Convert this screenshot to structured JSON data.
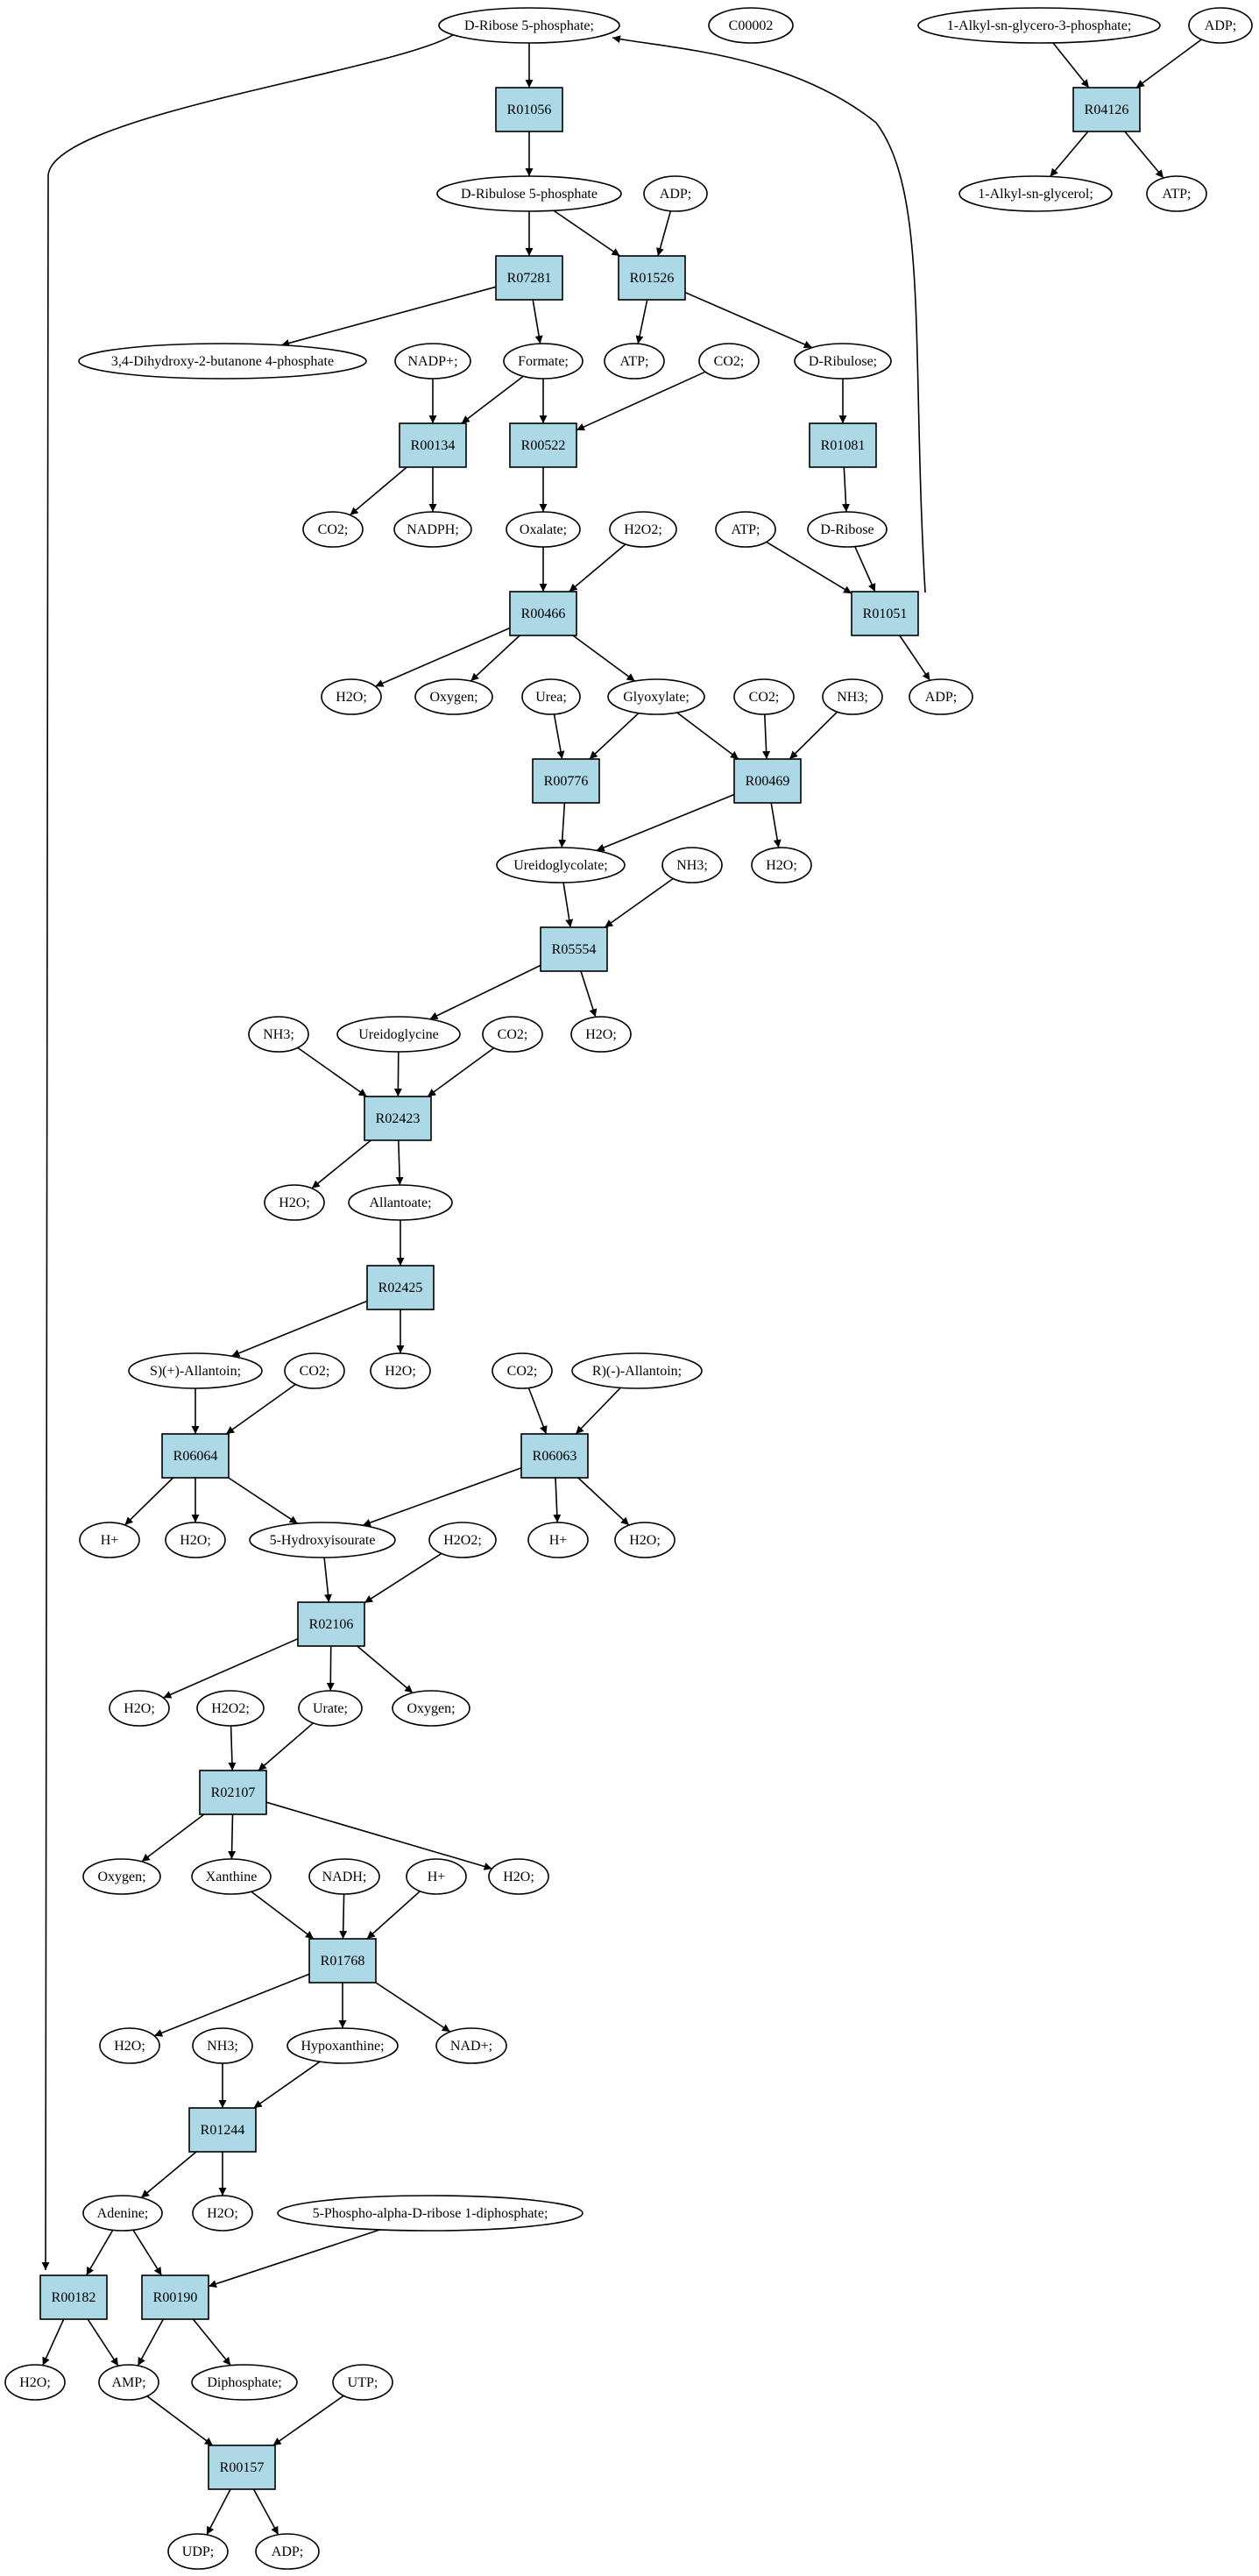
{
  "colors": {
    "reaction": "#add8e6",
    "highlight_start": "#00ff00",
    "highlight_other": "#ffff00",
    "compound": "#ffffff"
  },
  "nodes": [
    {
      "id": "c_ribose5p",
      "label": "D-Ribose 5-phosphate;",
      "kind": "compound",
      "color": "highlight_start"
    },
    {
      "id": "c_c00002",
      "label": "C00002",
      "kind": "compound",
      "color": "highlight_other"
    },
    {
      "id": "c_alkylglyc3p",
      "label": "1-Alkyl-sn-glycero-3-phosphate;",
      "kind": "compound"
    },
    {
      "id": "c_adp_a",
      "label": "ADP;",
      "kind": "compound"
    },
    {
      "id": "r_R04126",
      "label": "R04126",
      "kind": "reaction"
    },
    {
      "id": "c_alkylglycerol",
      "label": "1-Alkyl-sn-glycerol;",
      "kind": "compound"
    },
    {
      "id": "c_atp_a",
      "label": "ATP;",
      "kind": "compound"
    },
    {
      "id": "r_R01056",
      "label": "R01056",
      "kind": "reaction"
    },
    {
      "id": "c_ribulose5p",
      "label": "D-Ribulose 5-phosphate",
      "kind": "compound"
    },
    {
      "id": "c_adp_b",
      "label": "ADP;",
      "kind": "compound"
    },
    {
      "id": "r_R07281",
      "label": "R07281",
      "kind": "reaction"
    },
    {
      "id": "r_R01526",
      "label": "R01526",
      "kind": "reaction"
    },
    {
      "id": "c_dhbp",
      "label": "3,4-Dihydroxy-2-butanone 4-phosphate",
      "kind": "compound"
    },
    {
      "id": "c_nadp",
      "label": "NADP+;",
      "kind": "compound"
    },
    {
      "id": "c_formate",
      "label": "Formate;",
      "kind": "compound"
    },
    {
      "id": "c_atp_b",
      "label": "ATP;",
      "kind": "compound"
    },
    {
      "id": "c_co2_a",
      "label": "CO2;",
      "kind": "compound"
    },
    {
      "id": "c_dribulose",
      "label": "D-Ribulose;",
      "kind": "compound"
    },
    {
      "id": "r_R00134",
      "label": "R00134",
      "kind": "reaction"
    },
    {
      "id": "r_R00522",
      "label": "R00522",
      "kind": "reaction"
    },
    {
      "id": "r_R01081",
      "label": "R01081",
      "kind": "reaction"
    },
    {
      "id": "c_co2_b",
      "label": "CO2;",
      "kind": "compound"
    },
    {
      "id": "c_nadph",
      "label": "NADPH;",
      "kind": "compound"
    },
    {
      "id": "c_oxalate",
      "label": "Oxalate;",
      "kind": "compound"
    },
    {
      "id": "c_h2o2_a",
      "label": "H2O2;",
      "kind": "compound"
    },
    {
      "id": "c_atp_c",
      "label": "ATP;",
      "kind": "compound"
    },
    {
      "id": "c_dribose",
      "label": "D-Ribose",
      "kind": "compound"
    },
    {
      "id": "r_R00466",
      "label": "R00466",
      "kind": "reaction"
    },
    {
      "id": "r_R01051",
      "label": "R01051",
      "kind": "reaction"
    },
    {
      "id": "c_h2o_a",
      "label": "H2O;",
      "kind": "compound"
    },
    {
      "id": "c_oxygen_a",
      "label": "Oxygen;",
      "kind": "compound"
    },
    {
      "id": "c_urea",
      "label": "Urea;",
      "kind": "compound"
    },
    {
      "id": "c_glyoxylate",
      "label": "Glyoxylate;",
      "kind": "compound"
    },
    {
      "id": "c_co2_c",
      "label": "CO2;",
      "kind": "compound"
    },
    {
      "id": "c_nh3_a",
      "label": "NH3;",
      "kind": "compound"
    },
    {
      "id": "c_adp_c",
      "label": "ADP;",
      "kind": "compound"
    },
    {
      "id": "r_R00776",
      "label": "R00776",
      "kind": "reaction"
    },
    {
      "id": "r_R00469",
      "label": "R00469",
      "kind": "reaction"
    },
    {
      "id": "c_ureidoglycolate",
      "label": "Ureidoglycolate;",
      "kind": "compound"
    },
    {
      "id": "c_nh3_b",
      "label": "NH3;",
      "kind": "compound"
    },
    {
      "id": "c_h2o_b",
      "label": "H2O;",
      "kind": "compound"
    },
    {
      "id": "r_R05554",
      "label": "R05554",
      "kind": "reaction"
    },
    {
      "id": "c_nh3_c",
      "label": "NH3;",
      "kind": "compound"
    },
    {
      "id": "c_ureidoglycine",
      "label": "Ureidoglycine",
      "kind": "compound"
    },
    {
      "id": "c_co2_d",
      "label": "CO2;",
      "kind": "compound"
    },
    {
      "id": "c_h2o_c",
      "label": "H2O;",
      "kind": "compound"
    },
    {
      "id": "r_R02423",
      "label": "R02423",
      "kind": "reaction"
    },
    {
      "id": "c_h2o_d",
      "label": "H2O;",
      "kind": "compound"
    },
    {
      "id": "c_allantoate",
      "label": "Allantoate;",
      "kind": "compound"
    },
    {
      "id": "r_R02425",
      "label": "R02425",
      "kind": "reaction"
    },
    {
      "id": "c_s_allantoin",
      "label": "S)(+)-Allantoin;",
      "kind": "compound"
    },
    {
      "id": "c_co2_e",
      "label": "CO2;",
      "kind": "compound"
    },
    {
      "id": "c_h2o_e",
      "label": "H2O;",
      "kind": "compound"
    },
    {
      "id": "c_co2_f",
      "label": "CO2;",
      "kind": "compound"
    },
    {
      "id": "c_r_allantoin",
      "label": "R)(-)-Allantoin;",
      "kind": "compound"
    },
    {
      "id": "r_R06064",
      "label": "R06064",
      "kind": "reaction"
    },
    {
      "id": "r_R06063",
      "label": "R06063",
      "kind": "reaction"
    },
    {
      "id": "c_hplus_a",
      "label": "H+",
      "kind": "compound"
    },
    {
      "id": "c_h2o_f",
      "label": "H2O;",
      "kind": "compound"
    },
    {
      "id": "c_5hiu",
      "label": "5-Hydroxyisourate",
      "kind": "compound"
    },
    {
      "id": "c_h2o2_b",
      "label": "H2O2;",
      "kind": "compound"
    },
    {
      "id": "c_hplus_b",
      "label": "H+",
      "kind": "compound"
    },
    {
      "id": "c_h2o_g",
      "label": "H2O;",
      "kind": "compound"
    },
    {
      "id": "r_R02106",
      "label": "R02106",
      "kind": "reaction"
    },
    {
      "id": "c_h2o_h",
      "label": "H2O;",
      "kind": "compound"
    },
    {
      "id": "c_h2o2_c",
      "label": "H2O2;",
      "kind": "compound"
    },
    {
      "id": "c_urate",
      "label": "Urate;",
      "kind": "compound"
    },
    {
      "id": "c_oxygen_b",
      "label": "Oxygen;",
      "kind": "compound"
    },
    {
      "id": "r_R02107",
      "label": "R02107",
      "kind": "reaction"
    },
    {
      "id": "c_oxygen_c",
      "label": "Oxygen;",
      "kind": "compound"
    },
    {
      "id": "c_xanthine",
      "label": "Xanthine",
      "kind": "compound"
    },
    {
      "id": "c_nadh",
      "label": "NADH;",
      "kind": "compound"
    },
    {
      "id": "c_hplus_c",
      "label": "H+",
      "kind": "compound"
    },
    {
      "id": "c_h2o_i",
      "label": "H2O;",
      "kind": "compound"
    },
    {
      "id": "r_R01768",
      "label": "R01768",
      "kind": "reaction"
    },
    {
      "id": "c_h2o_j",
      "label": "H2O;",
      "kind": "compound"
    },
    {
      "id": "c_nh3_d",
      "label": "NH3;",
      "kind": "compound"
    },
    {
      "id": "c_hypoxanthine",
      "label": "Hypoxanthine;",
      "kind": "compound"
    },
    {
      "id": "c_nad",
      "label": "NAD+;",
      "kind": "compound"
    },
    {
      "id": "r_R01244",
      "label": "R01244",
      "kind": "reaction"
    },
    {
      "id": "c_adenine",
      "label": "Adenine;",
      "kind": "compound"
    },
    {
      "id": "c_h2o_k",
      "label": "H2O;",
      "kind": "compound"
    },
    {
      "id": "c_prpp",
      "label": "5-Phospho-alpha-D-ribose 1-diphosphate;",
      "kind": "compound"
    },
    {
      "id": "r_R00182",
      "label": "R00182",
      "kind": "reaction"
    },
    {
      "id": "r_R00190",
      "label": "R00190",
      "kind": "reaction"
    },
    {
      "id": "c_h2o_l",
      "label": "H2O;",
      "kind": "compound"
    },
    {
      "id": "c_amp",
      "label": "AMP;",
      "kind": "compound"
    },
    {
      "id": "c_diphosphate",
      "label": "Diphosphate;",
      "kind": "compound"
    },
    {
      "id": "c_utp",
      "label": "UTP;",
      "kind": "compound"
    },
    {
      "id": "r_R00157",
      "label": "R00157",
      "kind": "reaction"
    },
    {
      "id": "c_udp",
      "label": "UDP;",
      "kind": "compound"
    },
    {
      "id": "c_adp_d",
      "label": "ADP;",
      "kind": "compound"
    }
  ],
  "edges": [
    [
      "c_alkylglyc3p",
      "r_R04126"
    ],
    [
      "c_adp_a",
      "r_R04126"
    ],
    [
      "r_R04126",
      "c_alkylglycerol"
    ],
    [
      "r_R04126",
      "c_atp_a"
    ],
    [
      "c_ribose5p",
      "r_R01056"
    ],
    [
      "c_ribose5p",
      "r_R00182"
    ],
    [
      "r_R01056",
      "c_ribulose5p"
    ],
    [
      "c_ribulose5p",
      "r_R07281"
    ],
    [
      "c_ribulose5p",
      "r_R01526"
    ],
    [
      "c_adp_b",
      "r_R01526"
    ],
    [
      "r_R07281",
      "c_dhbp"
    ],
    [
      "r_R07281",
      "c_formate"
    ],
    [
      "r_R01526",
      "c_atp_b"
    ],
    [
      "r_R01526",
      "c_dribulose"
    ],
    [
      "c_nadp",
      "r_R00134"
    ],
    [
      "c_formate",
      "r_R00134"
    ],
    [
      "c_formate",
      "r_R00522"
    ],
    [
      "c_co2_a",
      "r_R00522"
    ],
    [
      "c_dribulose",
      "r_R01081"
    ],
    [
      "r_R00134",
      "c_co2_b"
    ],
    [
      "r_R00134",
      "c_nadph"
    ],
    [
      "r_R00522",
      "c_oxalate"
    ],
    [
      "r_R01081",
      "c_dribose"
    ],
    [
      "c_oxalate",
      "r_R00466"
    ],
    [
      "c_h2o2_a",
      "r_R00466"
    ],
    [
      "c_atp_c",
      "r_R01051"
    ],
    [
      "c_dribose",
      "r_R01051"
    ],
    [
      "r_R01051",
      "c_ribose5p"
    ],
    [
      "r_R01051",
      "c_adp_c"
    ],
    [
      "r_R00466",
      "c_h2o_a"
    ],
    [
      "r_R00466",
      "c_oxygen_a"
    ],
    [
      "r_R00466",
      "c_glyoxylate"
    ],
    [
      "c_urea",
      "r_R00776"
    ],
    [
      "c_glyoxylate",
      "r_R00776"
    ],
    [
      "c_glyoxylate",
      "r_R00469"
    ],
    [
      "c_co2_c",
      "r_R00469"
    ],
    [
      "c_nh3_a",
      "r_R00469"
    ],
    [
      "r_R00776",
      "c_ureidoglycolate"
    ],
    [
      "r_R00469",
      "c_ureidoglycolate"
    ],
    [
      "r_R00469",
      "c_h2o_b"
    ],
    [
      "c_ureidoglycolate",
      "r_R05554"
    ],
    [
      "c_nh3_b",
      "r_R05554"
    ],
    [
      "r_R05554",
      "c_ureidoglycine"
    ],
    [
      "r_R05554",
      "c_h2o_c"
    ],
    [
      "c_nh3_c",
      "r_R02423"
    ],
    [
      "c_ureidoglycine",
      "r_R02423"
    ],
    [
      "c_co2_d",
      "r_R02423"
    ],
    [
      "r_R02423",
      "c_h2o_d"
    ],
    [
      "r_R02423",
      "c_allantoate"
    ],
    [
      "c_allantoate",
      "r_R02425"
    ],
    [
      "r_R02425",
      "c_s_allantoin"
    ],
    [
      "r_R02425",
      "c_h2o_e"
    ],
    [
      "c_s_allantoin",
      "r_R06064"
    ],
    [
      "c_co2_e",
      "r_R06064"
    ],
    [
      "c_co2_f",
      "r_R06063"
    ],
    [
      "c_r_allantoin",
      "r_R06063"
    ],
    [
      "r_R06064",
      "c_hplus_a"
    ],
    [
      "r_R06064",
      "c_h2o_f"
    ],
    [
      "r_R06064",
      "c_5hiu"
    ],
    [
      "r_R06063",
      "c_5hiu"
    ],
    [
      "r_R06063",
      "c_hplus_b"
    ],
    [
      "r_R06063",
      "c_h2o_g"
    ],
    [
      "c_5hiu",
      "r_R02106"
    ],
    [
      "c_h2o2_b",
      "r_R02106"
    ],
    [
      "r_R02106",
      "c_h2o_h"
    ],
    [
      "r_R02106",
      "c_urate"
    ],
    [
      "r_R02106",
      "c_oxygen_b"
    ],
    [
      "c_h2o2_c",
      "r_R02107"
    ],
    [
      "c_urate",
      "r_R02107"
    ],
    [
      "r_R02107",
      "c_oxygen_c"
    ],
    [
      "r_R02107",
      "c_xanthine"
    ],
    [
      "r_R02107",
      "c_h2o_i"
    ],
    [
      "c_xanthine",
      "r_R01768"
    ],
    [
      "c_nadh",
      "r_R01768"
    ],
    [
      "c_hplus_c",
      "r_R01768"
    ],
    [
      "r_R01768",
      "c_h2o_j"
    ],
    [
      "r_R01768",
      "c_hypoxanthine"
    ],
    [
      "r_R01768",
      "c_nad"
    ],
    [
      "c_nh3_d",
      "r_R01244"
    ],
    [
      "c_hypoxanthine",
      "r_R01244"
    ],
    [
      "r_R01244",
      "c_adenine"
    ],
    [
      "r_R01244",
      "c_h2o_k"
    ],
    [
      "c_adenine",
      "r_R00182"
    ],
    [
      "c_adenine",
      "r_R00190"
    ],
    [
      "c_prpp",
      "r_R00190"
    ],
    [
      "r_R00182",
      "c_h2o_l"
    ],
    [
      "r_R00182",
      "c_amp"
    ],
    [
      "r_R00190",
      "c_amp"
    ],
    [
      "r_R00190",
      "c_diphosphate"
    ],
    [
      "c_amp",
      "r_R00157"
    ],
    [
      "c_utp",
      "r_R00157"
    ],
    [
      "r_R00157",
      "c_udp"
    ],
    [
      "r_R00157",
      "c_adp_d"
    ]
  ]
}
